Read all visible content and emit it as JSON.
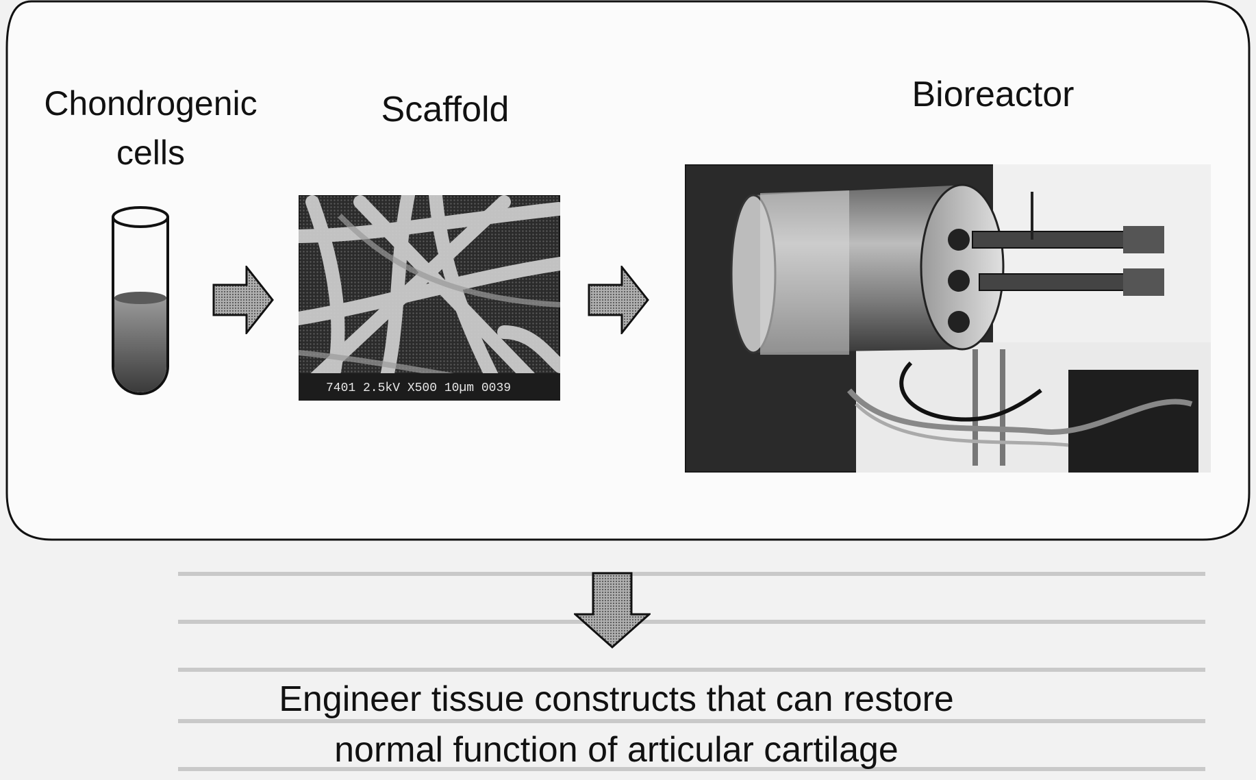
{
  "stages": [
    {
      "label_line1": "Chondrogenic",
      "label_line2": "cells"
    },
    {
      "label": "Scaffold"
    },
    {
      "label": "Bioreactor"
    }
  ],
  "sem_caption": "7401 2.5kV  X500  10µm  0039",
  "outcome": {
    "line1": "Engineer tissue constructs that can restore",
    "line2": "normal function of articular cartilage"
  }
}
